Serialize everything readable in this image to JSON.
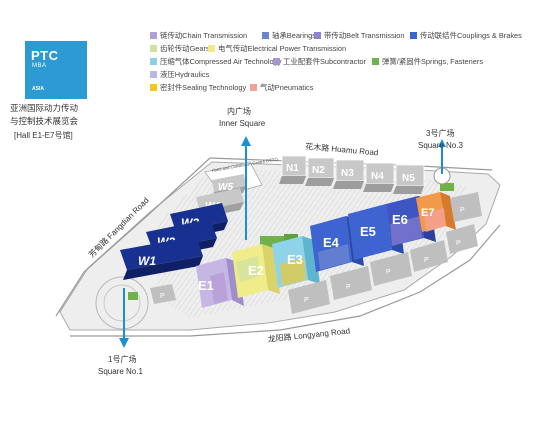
{
  "logo": {
    "line1": "PTC",
    "line2": "MBA",
    "line3": "ASIA"
  },
  "title": {
    "line1": "亚洲国际动力传动",
    "line2": "与控制技术展览会",
    "line3": "[Hall E1-E7号馆]"
  },
  "legend": [
    {
      "text": "链传动Chain Transmission",
      "color": "#b49dd6"
    },
    {
      "text": "轴承Bearings",
      "color": "#6a85d0"
    },
    {
      "text": "带传动Belt Transmission",
      "color": "#8f84cf"
    },
    {
      "text": "传动联结件Couplings & Brakes",
      "color": "#3a66cc"
    },
    {
      "text": "齿轮传动Gears",
      "color": "#cfe3a0"
    },
    {
      "text": "电气传动Electrical Power Transmission",
      "color": "#f2ea86"
    },
    {
      "text": "压缩气体Compressed Air Technology",
      "color": "#8ed0e6"
    },
    {
      "text": "工业配套件Subcontractor",
      "color": "#a796d3"
    },
    {
      "text": "弹簧/紧固件Springs, Fasteners",
      "color": "#6fb24b"
    },
    {
      "text": "液压Hydraulics",
      "color": "#b7b6e6"
    },
    {
      "text": "密封件Sealing Technology",
      "color": "#f4c623"
    },
    {
      "text": "气动Pneumatics",
      "color": "#f4a097"
    }
  ],
  "places": {
    "inner_square_cn": "内广场",
    "inner_square_en": "Inner Square",
    "square3_cn": "3号广场",
    "square3_en": "Square No.3",
    "square1_cn": "1号广场",
    "square1_en": "Square No.1",
    "huamu_road": "花木路 Huamu Road",
    "fangdian_road": "芳甸路 Fangdian Road",
    "longyang_road": "龙阳路 Longyang Road",
    "center": "Hotel and Convention Centre (HCC)"
  },
  "halls": {
    "N1": "N1",
    "N2": "N2",
    "N3": "N3",
    "N4": "N4",
    "N5": "N5",
    "W1": "W1",
    "W2": "W2",
    "W3": "W3",
    "W4": "W4",
    "W5": "W5",
    "E1": "E1",
    "E2": "E2",
    "E3": "E3",
    "E4": "E4",
    "E5": "E5",
    "E6": "E6",
    "E7": "E7"
  },
  "parking": "P",
  "colors": {
    "brand": "#2e9ad4",
    "w_hall": "#18308f",
    "e4_e5": "#3e64d2",
    "e6": "#3f55c4",
    "e7": "#f39a4a",
    "e1": "#c6b6e4",
    "e2": "#f0ec8a",
    "e3": "#8fd3e8",
    "grey_hall": "#c8c8c8",
    "road": "#9a9a9a"
  }
}
